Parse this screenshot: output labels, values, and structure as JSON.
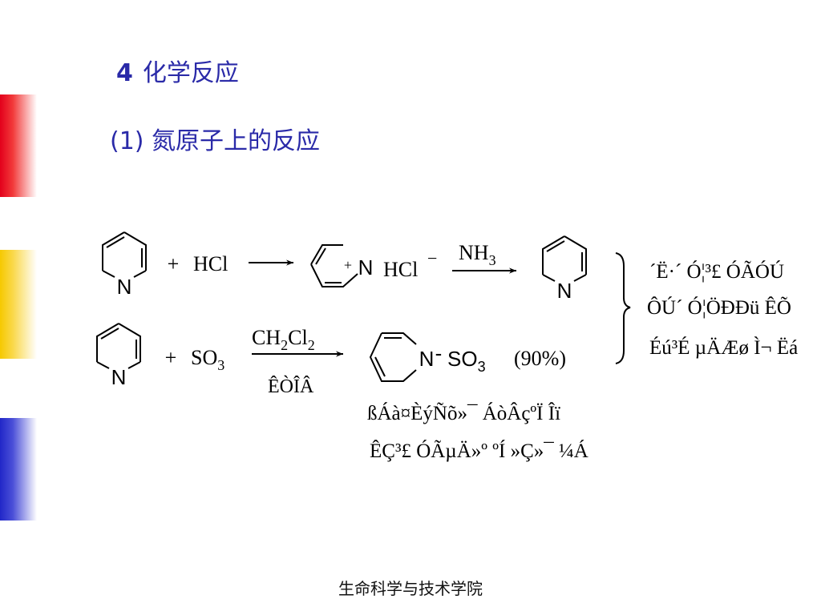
{
  "slide": {
    "title_number": "4",
    "title_text": "化学反应",
    "subtitle": "(1) 氮原子上的反应",
    "footer": "生命科学与技术学院"
  },
  "reaction1": {
    "plus": "+",
    "reagent": "HCl",
    "ring_n": "N",
    "salt_charge": "+",
    "salt_counter": "HCl",
    "counter_charge": "−",
    "arrow_reagent_base": "NH",
    "arrow_reagent_sub": "3",
    "product_n": "N"
  },
  "reaction2": {
    "plus": "+",
    "reagent_base": "SO",
    "reagent_sub": "3",
    "ring_n": "N",
    "solvent_ch": "CH",
    "solvent_sub1": "2",
    "solvent_cl": "Cl",
    "solvent_sub2": "2",
    "below_arrow": "ÊÒÎÂ",
    "product_n": "N",
    "product_dash": "-",
    "product_so": "SO",
    "product_sub": "3",
    "yield": "(90%)"
  },
  "bracket_notes": [
    "´Ë·´ Ó¦³£ ÓÃÓÚ",
    "ÔÚ´ Ó¦ÖÐÐü ÊÕ",
    "Éú³É µÄÆø Ì¬ Ëá"
  ],
  "product_notes": [
    "ßÁà¤ÈýÑõ»¯ ÁòÂçºÏ Îï",
    "ÊÇ³£ ÓÃµÄ»º ºÍ »Ç»¯ ¼Á"
  ],
  "colors": {
    "heading": "#2a2aa8",
    "bar_red": "#e3001b",
    "bar_yellow": "#f6c900",
    "bar_blue": "#2127c8"
  },
  "icons": [
    "pyridine-ring",
    "pyridinium-ring",
    "reaction-arrow",
    "curly-brace"
  ]
}
